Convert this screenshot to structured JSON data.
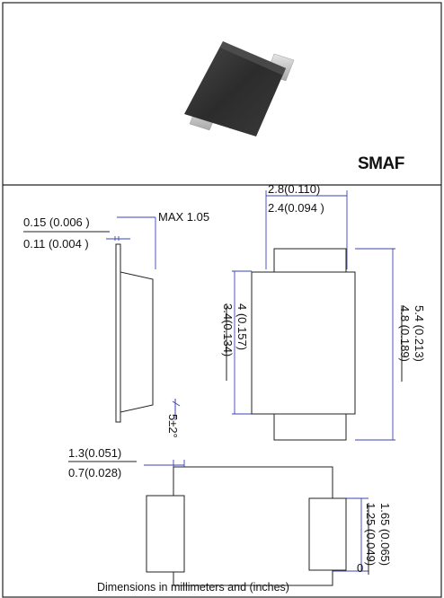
{
  "package_name": "SMAF",
  "side_view": {
    "lead_thickness_max": "0.15 (0.006 )",
    "lead_thickness_min": "0.11 (0.004 )",
    "body_height_max": "MAX 1.05",
    "angle": "5±2°"
  },
  "top_view": {
    "lead_width_max": "2.8(0.110)",
    "lead_width_min": "2.4(0.094 )",
    "body_length_max": "4 (0.157)",
    "body_length_min": "3.4(0.134)",
    "overall_length_max": "5.4 (0.213)",
    "overall_length_min": "4.8 (0.189)"
  },
  "bottom_view": {
    "pad_gap_max": "1.3(0.051)",
    "pad_gap_min": "0.7(0.028)",
    "pad_width_max": "1.65 (0.065)",
    "pad_width_min": "1.25 (0.049)",
    "corner_mark": "0"
  },
  "caption": "Dimensions in millimeters and (inches)"
}
